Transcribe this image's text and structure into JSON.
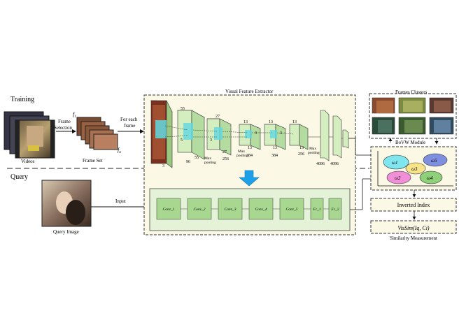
{
  "section_labels": {
    "training": "Training",
    "query": "Query"
  },
  "left": {
    "videos_label": "Videos",
    "frame_selection_label": [
      "Frame",
      "Selection"
    ],
    "frame_set_label": "Frame Set",
    "frame_first": "f",
    "frame_first_sub": "1",
    "frame_last": "f",
    "frame_last_sub": "n",
    "for_each_frame_label": [
      "For each",
      "frame"
    ],
    "query_image_label": "Query Image",
    "input_label": "Input"
  },
  "extractor": {
    "title": "Visual Feature Extractor",
    "dims": {
      "input_side": "3",
      "c1_top": "55",
      "c1_bottom": "55",
      "c1_depth": "96",
      "c1_kernel": "5",
      "c2_top": "27",
      "c2_bottom": "27",
      "c2_depth": "256",
      "c2_kernel": "3",
      "c3_top": "13",
      "c3_bottom": "13",
      "c3_depth": "384",
      "c3_kernel": "3",
      "c4_top": "13",
      "c4_bottom": "13",
      "c4_depth": "384",
      "c4_kernel": "3",
      "c5_top": "13",
      "c5_bottom": "13",
      "c5_depth": "256",
      "fc1": "4096",
      "fc2": "4096"
    },
    "max_pooling": [
      "Max",
      "pooling"
    ],
    "layers": [
      "Conv_1",
      "Conv_2",
      "Conv_3",
      "Conv_4",
      "Conv_5",
      "Fc_1",
      "Fc_2"
    ]
  },
  "right": {
    "frames_clusters_title": "Frames Clusters",
    "bovw_module_label": "BoVW Module",
    "clusters": [
      {
        "label": "ω1",
        "color": "#7fe6f0"
      },
      {
        "label": "ω3",
        "color": "#f7e48a"
      },
      {
        "label": "ω5",
        "color": "#7f8fe0"
      },
      {
        "label": "ω2",
        "color": "#f08fd8"
      },
      {
        "label": "ω4",
        "color": "#8fd07a"
      }
    ],
    "inverted_index_label": "Inverted Index",
    "vissim_label": "VisSim(Iq, Ci)",
    "similarity_label": "Similarity Measurement"
  },
  "colors": {
    "panel_bg": "#fbf8e6",
    "layer_box": "#a8d890",
    "layer_panel": "#e4f2d8",
    "cube_green": "#c8e8b0",
    "cube_cyan": "#60d8e0",
    "arrow_blue": "#1ea0e8"
  }
}
